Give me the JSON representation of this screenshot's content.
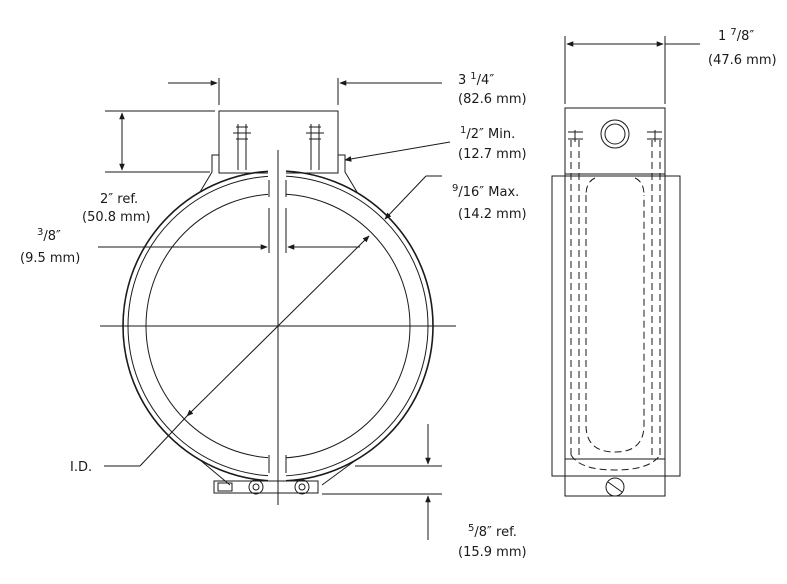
{
  "dimensions": {
    "width_outer": {
      "value": "3 1/4″",
      "num": "1",
      "den": "4",
      "whole": "3",
      "metric": "(82.6 mm)"
    },
    "depth": {
      "whole": "1 ",
      "num": "7",
      "den": "/8″",
      "metric": "(47.6 mm)"
    },
    "half_min": {
      "num": "1",
      "rest": "/2″ Min.",
      "metric": "(12.7 mm)"
    },
    "max": {
      "num": "9",
      "rest": "/16″ Max.",
      "metric": "(14.2 mm)"
    },
    "two_ref": {
      "label": "2″ ref.",
      "metric": "(50.8 mm)"
    },
    "three_eighths": {
      "num": "3",
      "rest": "/8″",
      "metric": "(9.5 mm)"
    },
    "id": {
      "label": "I.D."
    },
    "five_eighths": {
      "num": "5",
      "rest": "/8″ ref.",
      "metric": "(15.9 mm)"
    }
  }
}
